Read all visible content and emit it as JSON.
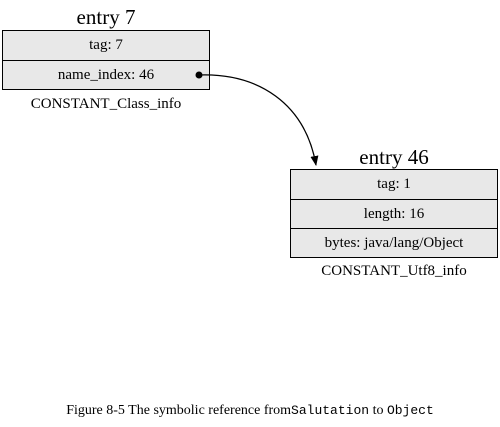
{
  "entry7": {
    "title": "entry 7",
    "fields": [
      "tag: 7",
      "name_index: 46"
    ],
    "type": "CONSTANT_Class_info"
  },
  "entry46": {
    "title": "entry 46",
    "fields": [
      "tag: 1",
      "length: 16",
      "bytes: java/lang/Object"
    ],
    "type": "CONSTANT_Utf8_info"
  },
  "caption": {
    "prefix": "Figure 8-5 The symbolic reference from",
    "from_class": "Salutation",
    "connector": "to",
    "to_class": "Object"
  },
  "colors": {
    "box_fill": "#e8e8e8",
    "stroke": "#000000"
  }
}
